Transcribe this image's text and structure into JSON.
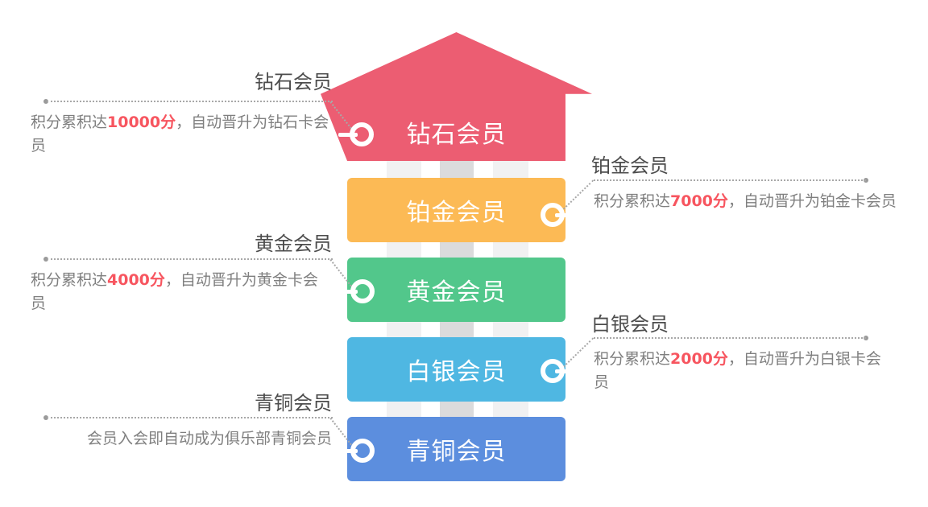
{
  "palette": {
    "diamond": "#ec5d72",
    "platinum": "#fcba55",
    "gold": "#52c78b",
    "silver": "#4fb7e2",
    "bronze": "#5c8ede",
    "highlight_red": "#f7555f",
    "pillar_light": "#f1f1f2",
    "pillar_dark": "#dbdbdc",
    "dotted_line": "#a8a8a8",
    "label_text": "#4c4c4c",
    "note_text": "#7f7f7f"
  },
  "tiers": [
    {
      "id": "diamond",
      "box_label": "钻石会员",
      "callout_label": "钻石会员",
      "note_prefix": "积分累积达",
      "note_highlight": "10000分",
      "note_suffix": "，自动晋升为钻石卡会员"
    },
    {
      "id": "platinum",
      "box_label": "铂金会员",
      "callout_label": "铂金会员",
      "note_prefix": "积分累积达",
      "note_highlight": "7000分",
      "note_suffix": "，自动晋升为铂金卡会员"
    },
    {
      "id": "gold",
      "box_label": "黄金会员",
      "callout_label": "黄金会员",
      "note_prefix": "积分累积达",
      "note_highlight": "4000分",
      "note_suffix": "，自动晋升为黄金卡会员"
    },
    {
      "id": "silver",
      "box_label": "白银会员",
      "callout_label": "白银会员",
      "note_prefix": "积分累积达",
      "note_highlight": "2000分",
      "note_suffix": "，自动晋升为白银卡会员"
    },
    {
      "id": "bronze",
      "box_label": "青铜会员",
      "callout_label": "青铜会员",
      "note": "会员入会即自动成为俱乐部青铜会员"
    }
  ]
}
